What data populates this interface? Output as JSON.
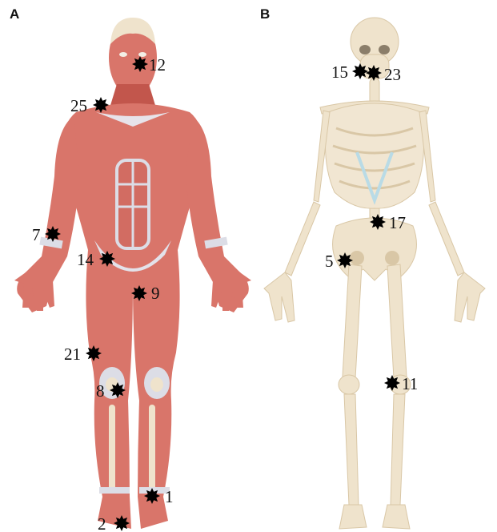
{
  "panels": {
    "a": "A",
    "b": "B"
  },
  "colors": {
    "muscle": "#d9756a",
    "muscle_dark": "#c2564c",
    "tendon": "#dcdde6",
    "bone": "#efe3cc",
    "bone_shade": "#d9c7a6",
    "cartilage": "#b9dbe6",
    "marker": "#000000"
  },
  "markers": {
    "m12": "12",
    "m25": "25",
    "m7": "7",
    "m14": "14",
    "m9": "9",
    "m21": "21",
    "m8": "8",
    "m1": "1",
    "m2": "2",
    "m15": "15",
    "m23": "23",
    "m17": "17",
    "m5": "5",
    "m11": "11"
  }
}
